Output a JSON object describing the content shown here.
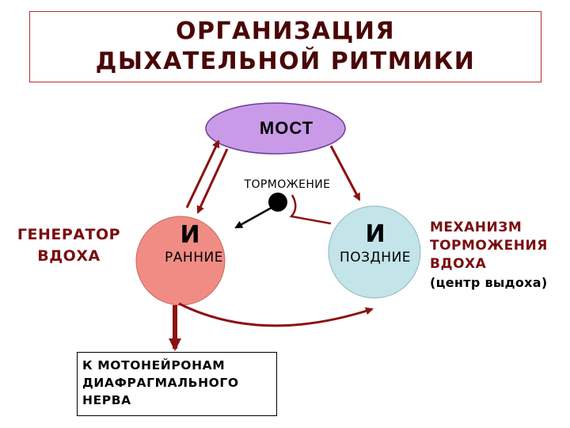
{
  "title": {
    "line1": "ОРГАНИЗАЦИЯ",
    "line2": "ДЫХАТЕЛЬНОЙ РИТМИКИ"
  },
  "pons": {
    "label": "МОСТ"
  },
  "inhibition": {
    "label": "ТОРМОЖЕНИЕ"
  },
  "early": {
    "letter": "И",
    "label": "РАННИЕ"
  },
  "late": {
    "letter": "И",
    "label": "ПОЗДНИЕ"
  },
  "generator": {
    "line1": "ГЕНЕРАТОР",
    "line2": "ВДОХА"
  },
  "mechanism": {
    "line1": "МЕХАНИЗМ",
    "line2": "ТОРМОЖЕНИЯ",
    "line3": "ВДОХА",
    "line4": "(центр выдоха)"
  },
  "motor": {
    "line1": "К МОТОНЕЙРОНАМ",
    "line2": "ДИАФРАГМАЛЬНОГО",
    "line3": "НЕРВА"
  },
  "colors": {
    "pons_fill": "#c99ae8",
    "early_fill": "#f08c84",
    "late_fill": "#c3e4e8",
    "arrow": "#8b1212",
    "title": "#4a0606"
  }
}
